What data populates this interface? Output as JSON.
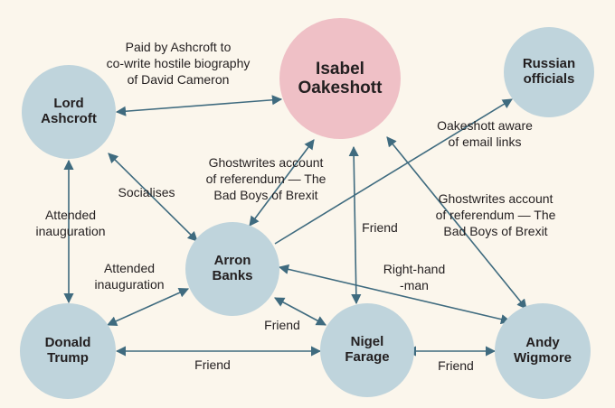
{
  "nodes": {
    "oakeshott": "Isabel\nOakeshott",
    "russian": "Russian\nofficials",
    "ashcroft": "Lord\nAshcroft",
    "banks": "Arron\nBanks",
    "trump": "Donald\nTrump",
    "farage": "Nigel\nFarage",
    "wigmore": "Andy\nWigmore"
  },
  "labels": {
    "paid": "Paid by Ashcroft to\nco-write hostile biography\nof David Cameron",
    "aware": "Oakeshott aware\nof email links",
    "ghost_banks": "Ghostwrites account\nof referendum — The\nBad Boys of Brexit",
    "socialises": "Socialises",
    "attended_left": "Attended\ninauguration",
    "friend_farage": "Friend",
    "ghost_wigmore": "Ghostwrites account\nof referendum — The\nBad Boys of Brexit",
    "attended_banks": "Attended\ninauguration",
    "right_hand": "Right-hand\n-man",
    "friend_banks_farage": "Friend",
    "friend_trump_farage": "Friend",
    "friend_farage_wigmore": "Friend"
  },
  "colors": {
    "background": "#fbf6ec",
    "node_blue": "#bfd4dc",
    "node_pink": "#efc0c6",
    "edge": "#3f6b7f",
    "text": "#231f20"
  }
}
